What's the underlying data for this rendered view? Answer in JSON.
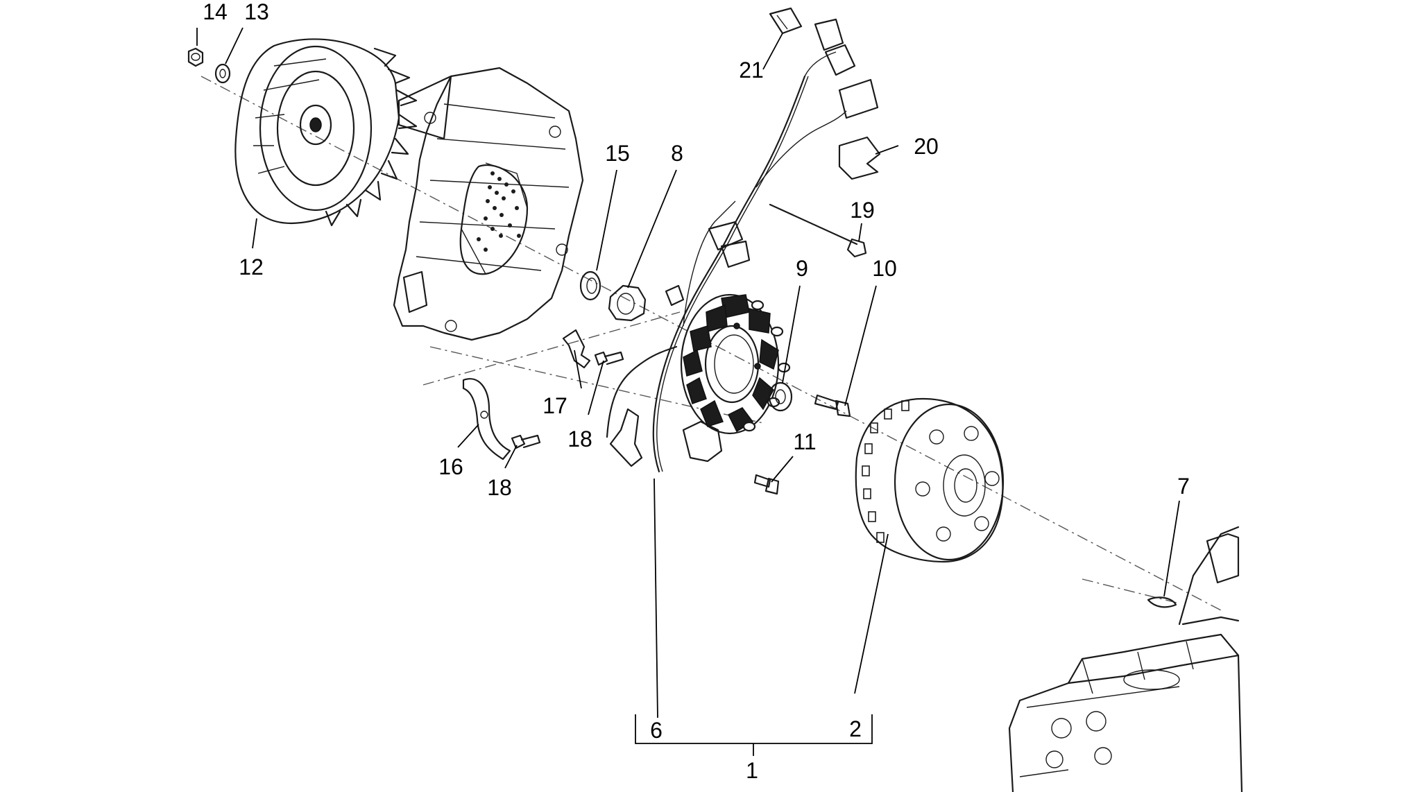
{
  "labels": {
    "p1": "1",
    "p2": "2",
    "p6": "6",
    "p7": "7",
    "p8": "8",
    "p9": "9",
    "p10": "10",
    "p11": "11",
    "p12": "12",
    "p13": "13",
    "p14": "14",
    "p15": "15",
    "p16": "16",
    "p17": "17",
    "p18a": "18",
    "p18b": "18",
    "p19": "19",
    "p20": "20",
    "p21": "21"
  },
  "colors": {
    "line": "#1a1a1a",
    "background": "#ffffff"
  }
}
